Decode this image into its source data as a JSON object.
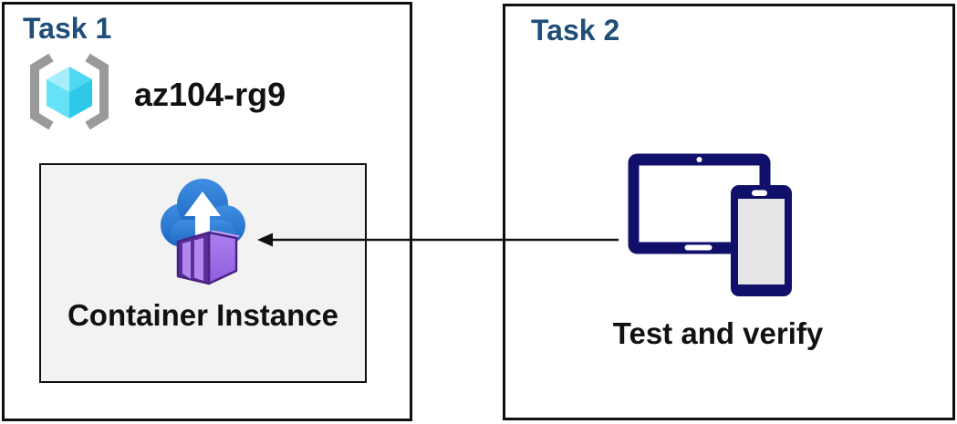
{
  "colors": {
    "task_title_text": "#1F4E79",
    "label_text": "#111111",
    "box_border": "#0F0F0F",
    "container_box_fill": "#F2F2F2",
    "device_icon_navy": "#10106A",
    "arrow_color": "#111111",
    "resource_group_bracket_gray": "#9A9A9A",
    "resource_group_cube_cyan": "#50E6FF",
    "cloud_blue": "#2F7FD6",
    "container_purple": "#9B6BE3"
  },
  "task1": {
    "title": "Task 1",
    "resource_group": {
      "icon": "resource-group-icon",
      "name": "az104-rg9"
    },
    "container_instance": {
      "icon": "container-instance-icon",
      "label": "Container Instance"
    }
  },
  "task2": {
    "title": "Task 2",
    "devices": {
      "icon": "devices-tablet-phone-icon",
      "label": "Test and verify"
    }
  },
  "connector": {
    "style": "arrow",
    "points_from": "task2-devices",
    "points_to": "task1-container-instance"
  }
}
